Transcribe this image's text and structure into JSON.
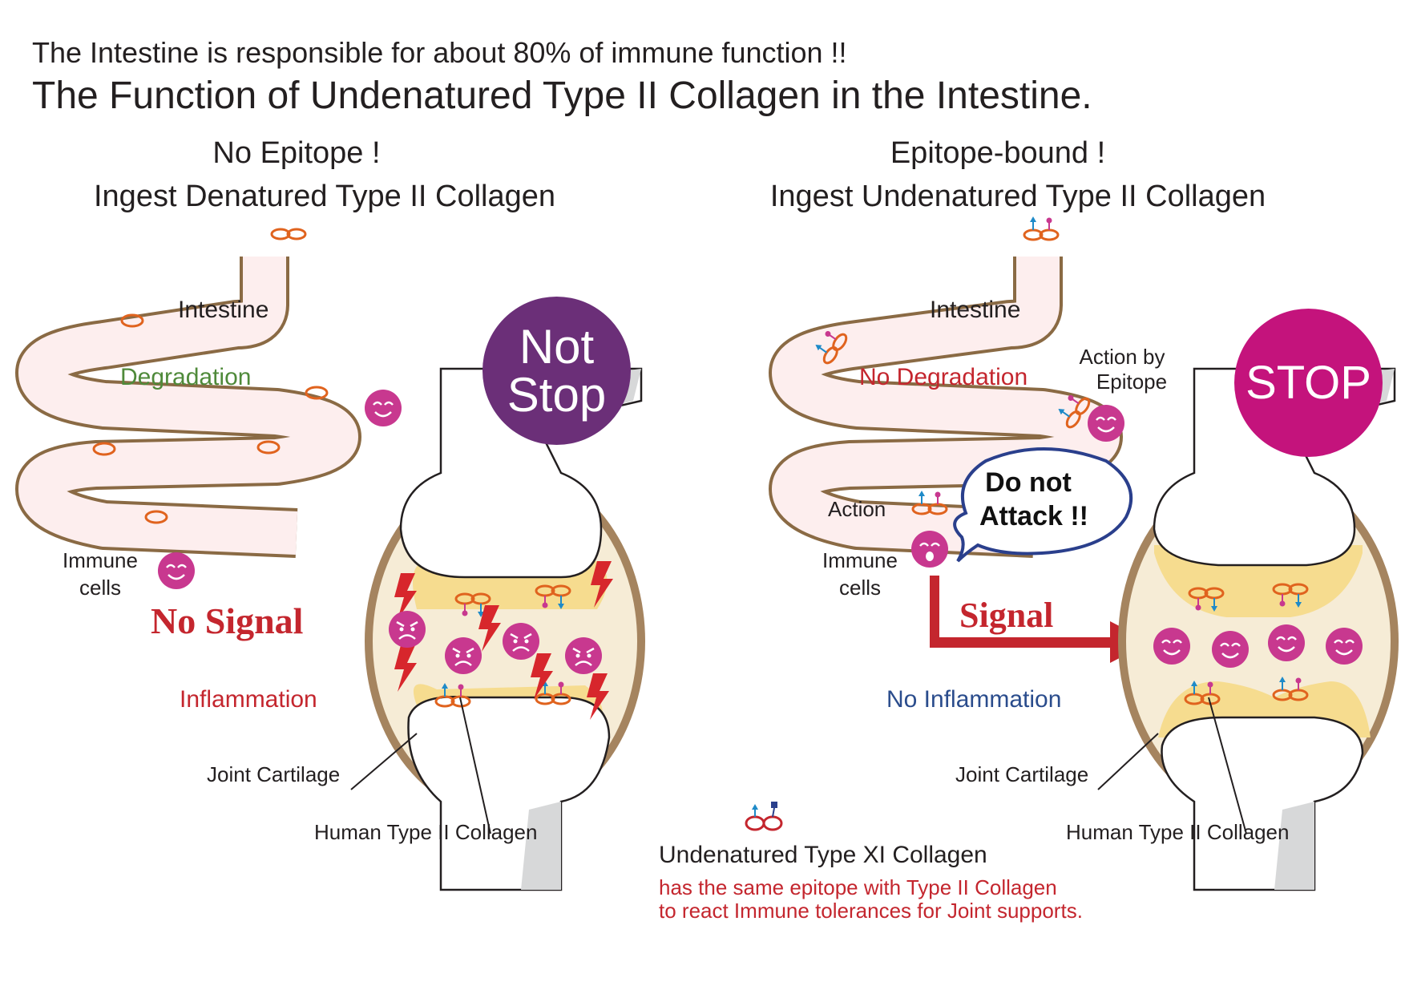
{
  "header": {
    "subtitle": "The Intestine is responsible for about 80% of immune function !!",
    "title": "The Function of Undenatured Type II Collagen in the Intestine."
  },
  "left": {
    "heading1": "No Epitope !",
    "heading2": "Ingest Denatured Type II Collagen",
    "intestine": "Intestine",
    "degradation": "Degradation",
    "immune_cells_1": "Immune",
    "immune_cells_2": "cells",
    "no_signal": "No Signal",
    "inflammation": "Inflammation",
    "joint_cartilage": "Joint Cartilage",
    "human_collagen": "Human Type II Collagen",
    "sign_line1": "Not",
    "sign_line2": "Stop"
  },
  "right": {
    "heading1": "Epitope-bound !",
    "heading2": "Ingest Undenatured Type II Collagen",
    "intestine": "Intestine",
    "no_degradation": "No Degradation",
    "action_by_1": "Action by",
    "action_by_2": "Epitope",
    "action": "Action",
    "immune_cells_1": "Immune",
    "immune_cells_2": "cells",
    "bubble_1": "Do not",
    "bubble_2": "Attack !!",
    "signal": "Signal",
    "no_inflammation": "No Inflammation",
    "joint_cartilage": "Joint Cartilage",
    "human_collagen": "Human Type II Collagen",
    "sign": "STOP"
  },
  "legend": {
    "name": "Undenatured Type XI Collagen",
    "desc1": "has the same epitope with Type II Collagen",
    "desc2": "to react Immune tolerances for Joint supports."
  },
  "colors": {
    "magenta": "#c8388f",
    "purple": "#6b2f78",
    "stop": "#c4137c",
    "intestine_fill": "#fdeeee",
    "intestine_stroke": "#8a6a44",
    "capsule": "#a5845f",
    "cartilage": "#f6dc8f",
    "fluid": "#f6ecd6",
    "collagen": "#e0631e",
    "red": "#c4262e"
  }
}
